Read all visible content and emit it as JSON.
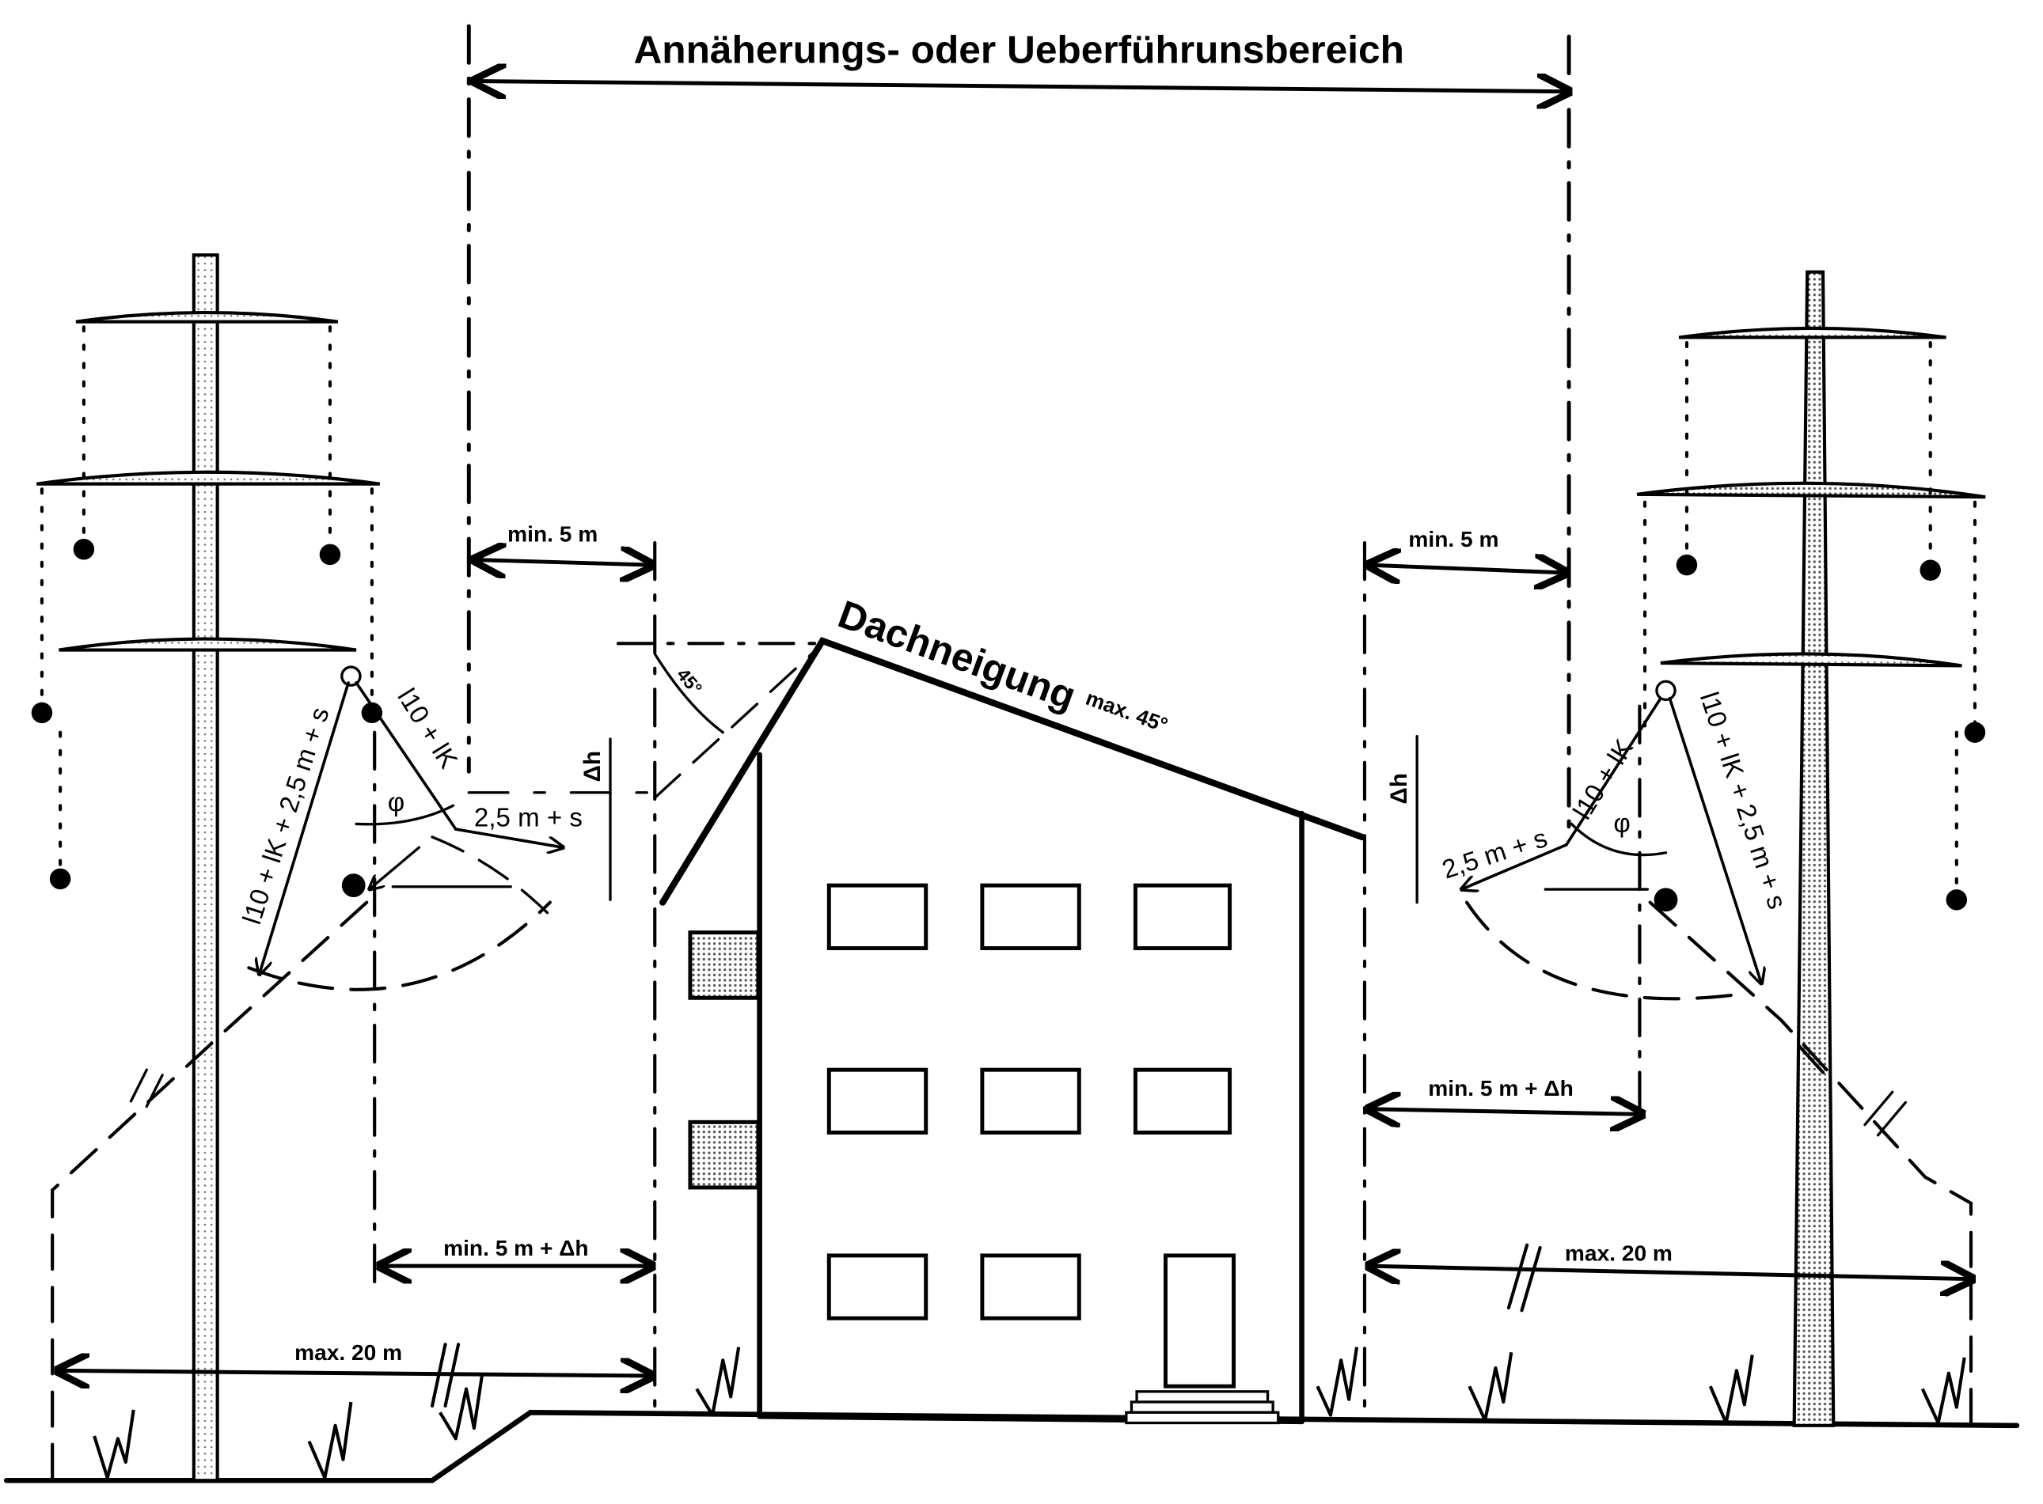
{
  "title": "Annäherungs- oder Ueberführunsbereich",
  "roof": {
    "label": "Dachneigung",
    "sublabel": "max. 45°",
    "angle_label": "45°"
  },
  "left": {
    "min5": "min. 5 m",
    "min5dh": "min. 5 m + Δh",
    "max20": "max. 20 m",
    "span_long": "l10 + lK + 2,5 m + s",
    "span_short": "l10 + lK",
    "horiz": "2,5 m + s",
    "dh": "Δh",
    "phi": "φ"
  },
  "right": {
    "min5": "min. 5 m",
    "min5dh": "min. 5 m + Δh",
    "max20": "max. 20 m",
    "span_long": "l10 + lK + 2,5 m + s",
    "span_short": "l10 + lK",
    "horiz": "2,5 m + s",
    "dh": "Δh",
    "phi": "φ"
  },
  "colors": {
    "ink": "#000000",
    "paper": "#ffffff",
    "stipple": "#bdbdbd"
  }
}
